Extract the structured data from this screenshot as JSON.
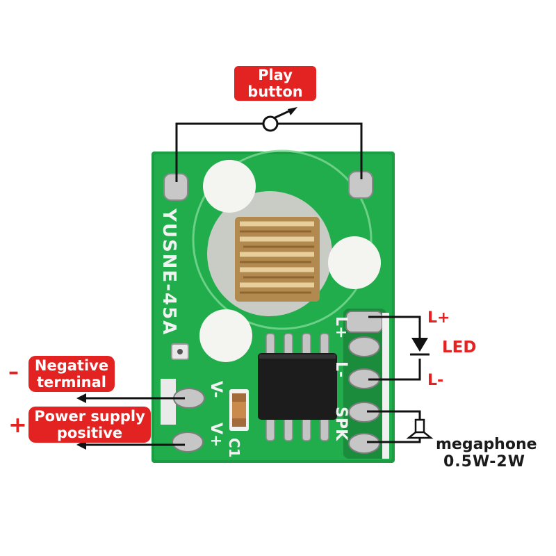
{
  "labels": {
    "play_button": [
      "Play",
      "button"
    ],
    "negative_terminal": [
      "Negative",
      "terminal"
    ],
    "power_supply_positive": [
      "Power supply",
      "positive"
    ],
    "negative_sign": "–",
    "positive_sign": "+",
    "l_plus": "L+",
    "led": "LED",
    "l_minus": "L-",
    "megaphone": "megaphone",
    "megaphone_power": "0.5W-2W"
  },
  "board_silkscreen": {
    "model": "YUSNE-45A",
    "pin_l_plus": "L+",
    "pin_l_minus": "L-",
    "pin_spk": "SPK",
    "pin_v_minus": "V-",
    "pin_v_plus": "V+",
    "cap": "C1"
  },
  "colors": {
    "label_red": "#e32222",
    "pcb_green": "#1fa84a",
    "pcb_white": "#f2f2f2",
    "chip_black": "#1c1c1c"
  }
}
